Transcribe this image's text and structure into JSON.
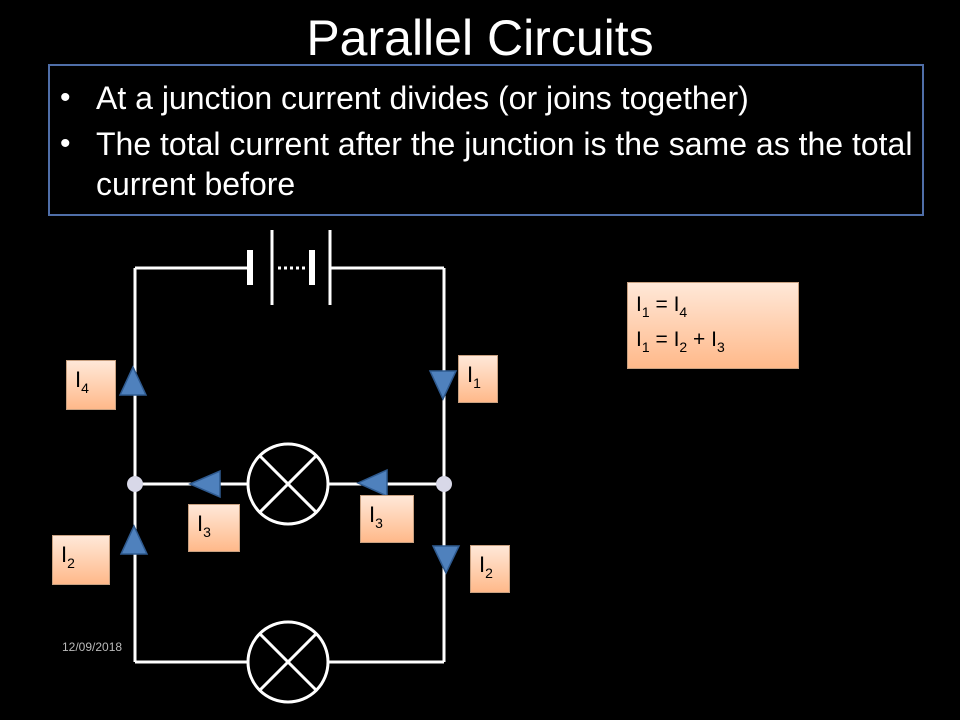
{
  "slide": {
    "title": "Parallel Circuits",
    "bullets": [
      {
        "symbol": "•",
        "text": "At a junction current divides (or joins together)"
      },
      {
        "symbol": "•",
        "text": "The total current after the junction is the same as the total current before"
      }
    ],
    "date": "12/09/2018"
  },
  "labels": {
    "i4": {
      "letter": "I",
      "sub": "4"
    },
    "i1": {
      "letter": "I",
      "sub": "1"
    },
    "i3_left": {
      "letter": "I",
      "sub": "3"
    },
    "i3_right": {
      "letter": "I",
      "sub": "3"
    },
    "i2_left": {
      "letter": "I",
      "sub": "2"
    },
    "i2_right": {
      "letter": "I",
      "sub": "2"
    }
  },
  "equations": {
    "line1": {
      "a": "I",
      "a_sub": "1",
      "eq": " = ",
      "b": "I",
      "b_sub": "4"
    },
    "line2": {
      "a": "I",
      "a_sub": "1",
      "eq": " = ",
      "b": "I",
      "b_sub": "2",
      "plus": " + ",
      "c": "I",
      "c_sub": "3"
    }
  },
  "colors": {
    "wire": "#ffffff",
    "arrow": "#4f81bd",
    "node": "#d8d8e8",
    "box_border": "#4f6ea8"
  }
}
